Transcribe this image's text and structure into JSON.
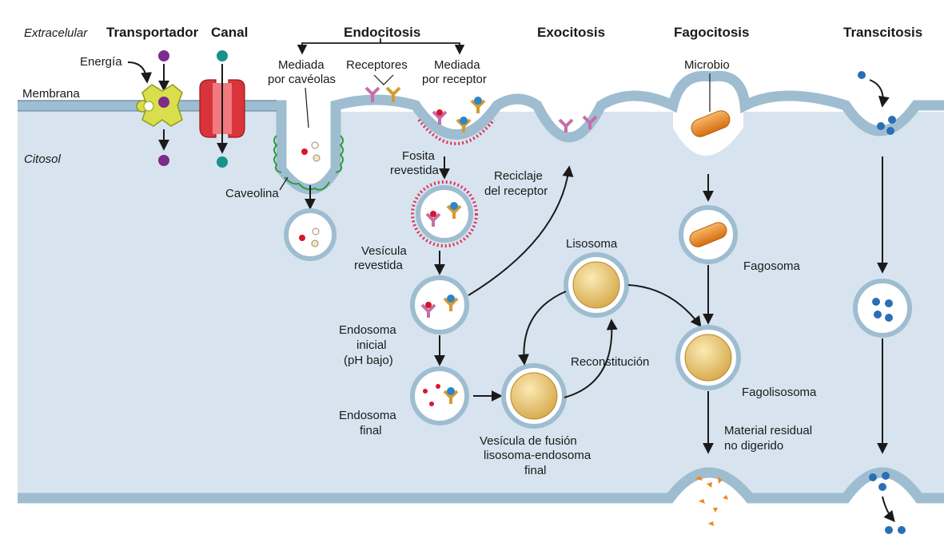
{
  "headers": {
    "extracelular": "Extracelular",
    "transportador": "Transportador",
    "canal": "Canal",
    "endocitosis": "Endocitosis",
    "exocitosis": "Exocitosis",
    "fagocitosis": "Fagocitosis",
    "transcitosis": "Transcitosis"
  },
  "labels": {
    "energia": "Energía",
    "membrana": "Membrana",
    "citosol": "Citosol",
    "mediada_cav_1": "Mediada",
    "mediada_cav_2": "por cavéolas",
    "receptores": "Receptores",
    "mediada_rec_1": "Mediada",
    "mediada_rec_2": "por receptor",
    "microbio": "Microbio",
    "caveolina": "Caveolina",
    "fosita_1": "Fosita",
    "fosita_2": "revestida",
    "reciclaje_1": "Reciclaje",
    "reciclaje_2": "del receptor",
    "vesicula_rev_1": "Vesícula",
    "vesicula_rev_2": "revestida",
    "endosoma_ini_1": "Endosoma",
    "endosoma_ini_2": "inicial",
    "endosoma_ini_3": "(pH bajo)",
    "endosoma_fin_1": "Endosoma",
    "endosoma_fin_2": "final",
    "lisosoma": "Lisosoma",
    "reconstitucion": "Reconstitución",
    "fusion_1": "Vesícula de fusión",
    "fusion_2": "lisosoma-endosoma",
    "fusion_3": "final",
    "fagosoma": "Fagosoma",
    "fagolisosoma": "Fagolisosoma",
    "residual_1": "Material residual",
    "residual_2": "no digerido"
  },
  "colors": {
    "cytosol": "#d7e4ef",
    "membrane": "#9fbdd1",
    "membrane_edge": "#5f86a3",
    "purple": "#7d2b8c",
    "teal": "#17938b",
    "red_channel": "#d8343a",
    "yellow_transporter": "#d9df4c",
    "caveolin": "#2f9a3d",
    "clathrin": "#e0345a",
    "lysosome": "#e5c36f",
    "microbe": "#e98a1e",
    "blue_particle": "#2a6fb5"
  }
}
